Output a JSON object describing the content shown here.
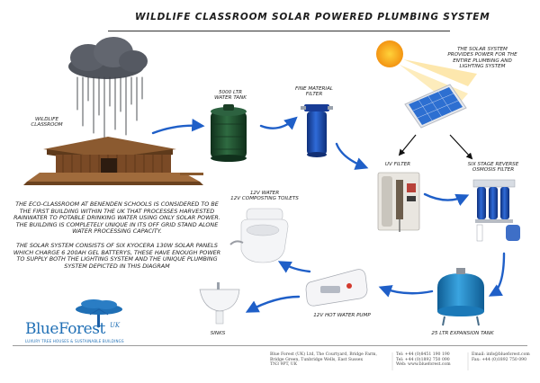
{
  "title": "WILDLIFE CLASSROOM SOLAR POWERED PLUMBING SYSTEM",
  "labels": {
    "wildlife_classroom": "WILDLIFE\nCLASSROOM",
    "water_tank": "5000 LTR\nWATER TANK",
    "fine_filter": "FINE MATERIAL\nFILTER",
    "solar_note": "THE SOLAR SYSTEM\nPROVIDES POWER FOR THE\nENTIRE PLUMBING AND\nLIGHTING SYSTEM",
    "uv_filter": "UV FILTER",
    "osmosis_filter": "SIX STAGE REVERSE\nOSMOSIS FILTER",
    "toilets": "12V WATER\n12V COMPOSTING TOILETS",
    "pump": "12V HOT WATER PUMP",
    "expansion_tank": "25 LTR EXPANSION TANK",
    "sinks": "SINKS"
  },
  "paragraphs": [
    "THE ECO-CLASSROOM AT BENENDEN SCHOOLS IS CONSIDERED TO BE THE FIRST BUILDING WITHIN THE UK THAT PROCESSES HARVESTED RAINWATER TO POTABLE DRINKING WATER USING ONLY SOLAR POWER. THE BUILDING IS COMPLETELY UNIQUE IN ITS OFF GRID STAND ALONE WATER PROCESSING CAPACITY.",
    "THE SOLAR SYSTEM CONSISTS OF SIX KYOCERA 130W SOLAR PANELS WHICH CHARGE 6 200AH GEL BATTERYS, THESE HAVE ENOUGH POWER TO SUPPLY BOTH THE LIGHTING SYSTEM AND THE UNIQUE PLUMBING SYSTEM DEPICTED IN THIS DIAGRAM"
  ],
  "logo": {
    "name": "BlueForest",
    "suffix": "UK",
    "tagline": "LUXURY TREE HOUSES & SUSTAINABLE BUILDINGS"
  },
  "footer": {
    "address": [
      "Blue Forest (UK) Ltd, The Courtyard, Bridge Farm,",
      "Bridge Green, Tunbridge Wells, East Sussex",
      "TN3 9PT, UK"
    ],
    "phones": [
      "Tel: +44 (0)8451 190 190",
      "Tel: +44 (0)1892 750 090",
      "Web: www.blueforest.com"
    ],
    "contacts": [
      "Email: info@blueforest.com",
      "Fax: +44 (0)1892 750 090"
    ]
  },
  "colors": {
    "arrow_blue": "#1f5fc8",
    "tank_green": "#1e4a2c",
    "filter_blue": "#1d4fb0",
    "expansion_blue": "#1f86c8",
    "sun_orange": "#f5a21a",
    "panel_blue": "#2d6fd1",
    "wood": "#7a4a26",
    "cloud": "#5b5f68"
  }
}
